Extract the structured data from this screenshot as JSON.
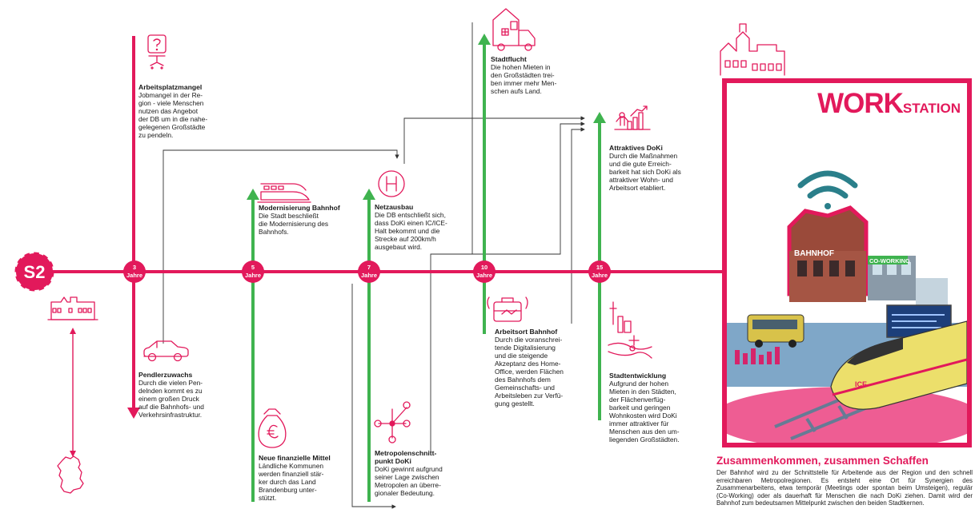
{
  "colors": {
    "accent": "#e2195b",
    "green": "#3fb34f",
    "arrow": "#333333"
  },
  "start_label": "S2",
  "milestones": [
    {
      "line1": "3",
      "line2": "Jahre"
    },
    {
      "line1": "5",
      "line2": "Jahre"
    },
    {
      "line1": "7",
      "line2": "Jahre"
    },
    {
      "line1": "10",
      "line2": "Jahre"
    },
    {
      "line1": "15",
      "line2": "Jahre"
    }
  ],
  "points": {
    "arbeitsplatzmangel": {
      "title": "Arbeitsplatzmangel",
      "body": "Jobmangel in der Re-\ngion - viele Menschen\nnutzen das Angebot\nder DB um in die nahe-\ngelegenen Großstädte\nzu pendeln."
    },
    "pendlerzuwachs": {
      "title": "Pendlerzuwachs",
      "body": "Durch die vielen Pen-\ndelnden kommt es zu\neinem großen Druck\nauf die Bahnhofs- und\nVerkehrsinfrastruktur."
    },
    "modernisierung": {
      "title": "Modernisierung Bahnhof",
      "body": "Die Stadt beschließt\ndie Modernisierung des\nBahnhofs."
    },
    "mittel": {
      "title": "Neue finanzielle Mittel",
      "body": "Ländliche Kommunen\nwerden finanziell stär-\nker durch das Land\nBrandenburg unter-\nstützt."
    },
    "netzausbau": {
      "title": "Netzausbau",
      "body": "Die DB entschließt sich,\ndass DoKi einen IC/ICE-\nHalt bekommt und die\nStrecke auf 200km/h\nausgebaut wird."
    },
    "metropolen": {
      "title": "Metropolenschnitt-\npunkt DoKi",
      "body": "DoKi gewinnt aufgrund\nseiner Lage zwischen\nMetropolen an überre-\ngionaler Bedeutung."
    },
    "stadtflucht": {
      "title": "Stadtflucht",
      "body": "Die hohen Mieten in\nden Großstädten trei-\nben immer mehr Men-\nschen aufs Land."
    },
    "arbeitsort": {
      "title": "Arbeitsort Bahnhof",
      "body": "Durch die voranschrei-\ntende Digitalisierung\nund die steigende\nAkzeptanz des Home-\nOffice, werden Flächen\ndes Bahnhofs dem\nGemeinschafts- und\nArbeitsleben zur Verfü-\ngung gestellt."
    },
    "attraktiv": {
      "title": "Attraktives DoKi",
      "body": "Durch die Maßnahmen\nund die gute Erreich-\nbarkeit hat sich DoKi als\nattraktiver Wohn- und\nArbeitsort etabliert."
    },
    "stadtentwicklung": {
      "title": "Stadtentwicklung",
      "body": "Aufgrund der hohen\nMieten in den Städten,\nder Flächenverfüg-\nbarkeit und geringen\nWohnkosten wird DoKi\nimmer attraktiver für\nMenschen aus den um-\nliegenden Großstädten."
    }
  },
  "poster": {
    "title_big": "WORK",
    "title_small": "STATION",
    "sign_bahnhof": "BAHNHOF",
    "sign_coworking": "CO-WORKING",
    "train_mark": "ICE"
  },
  "caption": {
    "heading": "Zusammenkommen, zusammen Schaffen",
    "body": "Der Bahnhof wird zu der Schnittstelle für Arbeitende aus der Region und den schnell erreichbaren Metropolregionen. Es entsteht eine Ort für Synergien des Zusammenarbeitens, etwa temporär (Meetings oder spontan beim Umsteigen), regulär (Co-Working) oder als dauerhaft für Menschen die nach DoKi ziehen. Damit wird der Bahnhof zum bedeutsamen Mittelpunkt zwischen den beiden Stadtkernen."
  }
}
